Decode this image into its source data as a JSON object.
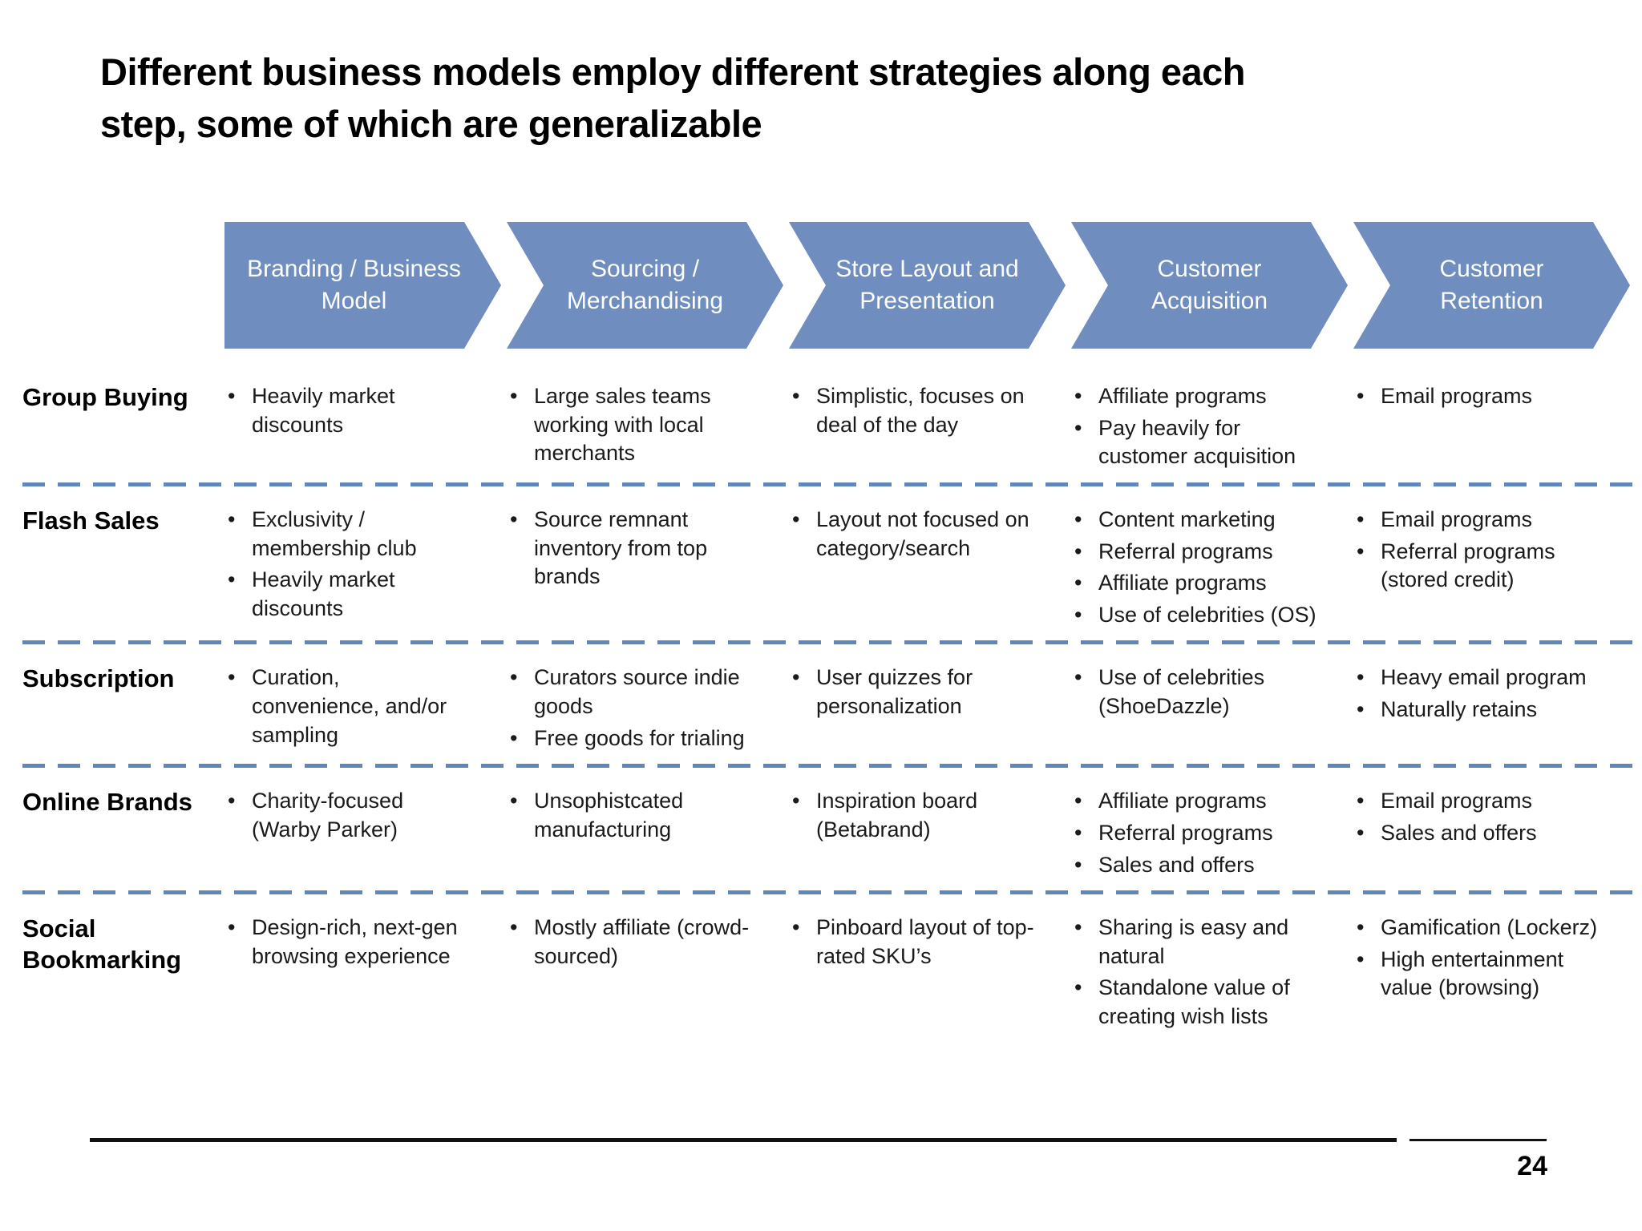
{
  "title_lines": [
    "Different business models employ different strategies along each",
    "step, some of which are generalizable"
  ],
  "process_steps": [
    "Branding / Business Model",
    "Sourcing / Merchandising",
    "Store Layout and Presentation",
    "Customer Acquisition",
    "Customer Retention"
  ],
  "rows": [
    {
      "label": "Group Buying",
      "cells": [
        [
          "Heavily market discounts"
        ],
        [
          "Large sales teams working with local merchants"
        ],
        [
          "Simplistic, focuses on deal of the day"
        ],
        [
          "Affiliate programs",
          "Pay heavily for customer acquisition"
        ],
        [
          "Email programs"
        ]
      ]
    },
    {
      "label": "Flash Sales",
      "cells": [
        [
          "Exclusivity / membership club",
          "Heavily market discounts"
        ],
        [
          "Source remnant inventory from top brands"
        ],
        [
          "Layout not focused on category/search"
        ],
        [
          "Content marketing",
          "Referral programs",
          "Affiliate programs",
          "Use of celebrities (OS)"
        ],
        [
          "Email programs",
          "Referral programs (stored credit)"
        ]
      ]
    },
    {
      "label": "Subscription",
      "cells": [
        [
          "Curation, convenience, and/or sampling"
        ],
        [
          "Curators source indie goods",
          "Free goods for trialing"
        ],
        [
          "User quizzes for personalization"
        ],
        [
          "Use of celebrities (ShoeDazzle)"
        ],
        [
          "Heavy email program",
          "Naturally retains"
        ]
      ]
    },
    {
      "label": "Online Brands",
      "cells": [
        [
          "Charity-focused (Warby Parker)"
        ],
        [
          "Unsophistcated manufacturing"
        ],
        [
          "Inspiration board (Betabrand)"
        ],
        [
          "Affiliate programs",
          "Referral programs",
          "Sales and offers"
        ],
        [
          "Email programs",
          "Sales and offers"
        ]
      ]
    },
    {
      "label": "Social Bookmarking",
      "cells": [
        [
          "Design-rich, next-gen browsing experience"
        ],
        [
          "Mostly affiliate (crowd-sourced)"
        ],
        [
          "Pinboard layout of top-rated SKU’s"
        ],
        [
          "Sharing is easy and natural",
          "Standalone value of creating wish lists"
        ],
        [
          "Gamification (Lockerz)",
          "High entertainment value (browsing)"
        ]
      ]
    }
  ],
  "footer": {
    "page_number": "24"
  },
  "colors": {
    "arrow_fill": "#6F8DBE",
    "separator": "#5F87BB",
    "bullet_marker": "•"
  }
}
